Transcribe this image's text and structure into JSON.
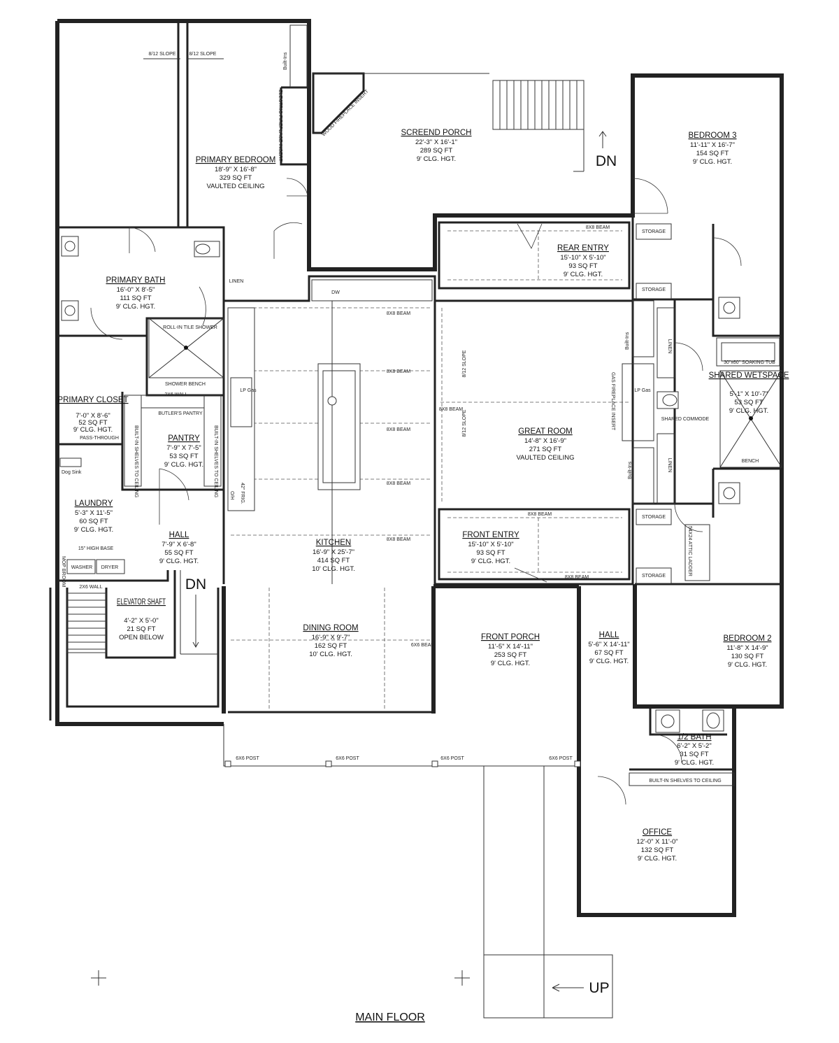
{
  "plan_title": "MAIN FLOOR",
  "rooms": [
    {
      "id": "primary_bedroom",
      "name": "PRIMARY BEDROOM",
      "dims": "18'-9\" X 16'-8\"",
      "area": "329 SQ FT",
      "ceiling": "VAULTED CEILING"
    },
    {
      "id": "screened_porch",
      "name": "SCREEND PORCH",
      "dims": "22'-3\" X 16'-1\"",
      "area": "289 SQ FT",
      "ceiling": "9' CLG. HGT."
    },
    {
      "id": "bedroom_3",
      "name": "BEDROOM 3",
      "dims": "11'-11\" X 16'-7\"",
      "area": "154 SQ FT",
      "ceiling": "9' CLG. HGT."
    },
    {
      "id": "rear_entry",
      "name": "REAR ENTRY",
      "dims": "15'-10\" X 5'-10\"",
      "area": "93 SQ FT",
      "ceiling": "9' CLG. HGT."
    },
    {
      "id": "primary_bath",
      "name": "PRIMARY BATH",
      "dims": "16'-0\" X 8'-5\"",
      "area": "111 SQ FT",
      "ceiling": "9' CLG. HGT."
    },
    {
      "id": "primary_closet",
      "name": "PRIMARY CLOSET",
      "dims": "7'-0\" X 8'-6\"",
      "area": "52 SQ FT",
      "ceiling": "9' CLG. HGT."
    },
    {
      "id": "pantry",
      "name": "PANTRY",
      "dims": "7'-9\" X 7'-5\"",
      "area": "53 SQ FT",
      "ceiling": "9' CLG. HGT."
    },
    {
      "id": "great_room",
      "name": "GREAT ROOM",
      "dims": "14'-8\" X 16'-9\"",
      "area": "271 SQ FT",
      "ceiling": "VAULTED CEILING"
    },
    {
      "id": "shared_wetspace",
      "name": "SHARED WETSPACE",
      "dims": "5'-1\" X 10'-7\"",
      "area": "53 SQ FT",
      "ceiling": "9' CLG. HGT."
    },
    {
      "id": "laundry",
      "name": "LAUNDRY",
      "dims": "5'-3\" X 11'-5\"",
      "area": "60 SQ FT",
      "ceiling": "9' CLG. HGT."
    },
    {
      "id": "hall_west",
      "name": "HALL",
      "dims": "7'-9\" X 6'-8\"",
      "area": "55 SQ FT",
      "ceiling": "9' CLG. HGT."
    },
    {
      "id": "kitchen",
      "name": "KITCHEN",
      "dims": "16'-9\" X 25'-7\"",
      "area": "414 SQ FT",
      "ceiling": "10' CLG. HGT."
    },
    {
      "id": "front_entry",
      "name": "FRONT ENTRY",
      "dims": "15'-10\" X 5'-10\"",
      "area": "93 SQ FT",
      "ceiling": "9' CLG. HGT."
    },
    {
      "id": "elevator_shaft",
      "name": "ELEVATOR SHAFT",
      "dims": "4'-2\" X 5'-0\"",
      "area": "21 SQ FT",
      "ceiling": "OPEN BELOW"
    },
    {
      "id": "dining_room",
      "name": "DINING ROOM",
      "dims": "16'-9\" X 9'-7\"",
      "area": "162 SQ FT",
      "ceiling": "10' CLG. HGT."
    },
    {
      "id": "front_porch",
      "name": "FRONT PORCH",
      "dims": "11'-5\" X 14'-11\"",
      "area": "253 SQ FT",
      "ceiling": "9' CLG. HGT."
    },
    {
      "id": "hall_east",
      "name": "HALL",
      "dims": "5'-6\" X 14'-11\"",
      "area": "67 SQ FT",
      "ceiling": "9' CLG. HGT."
    },
    {
      "id": "bedroom_2",
      "name": "BEDROOM 2",
      "dims": "11'-8\" X 14'-9\"",
      "area": "130 SQ FT",
      "ceiling": "9' CLG. HGT."
    },
    {
      "id": "half_bath",
      "name": "1/2 BATH",
      "dims": "6'-2\" X 5'-2\"",
      "area": "31 SQ FT",
      "ceiling": "9' CLG. HGT."
    },
    {
      "id": "office",
      "name": "OFFICE",
      "dims": "12'-0\" X 11'-0\"",
      "area": "132 SQ FT",
      "ceiling": "9' CLG. HGT."
    }
  ],
  "labels": {
    "slope_left": "8/12 SLOPE",
    "slope_right": "8/12 SLOPE",
    "built_ins": "Built-Ins",
    "electric_fireplace": "ELECTRIC FIREPLACE INSERT",
    "wood_fireplace": "WOOD FIREPLACE INSERT",
    "gas_fireplace": "GAS FIREPLACE INSERT",
    "linen": "LINEN",
    "storage": "STORAGE",
    "dw": "DW",
    "roll_in_shower": "ROLL-IN TILE SHOWER",
    "shower_bench": "SHOWER BENCH",
    "wall_2x6": "2X6 WALL",
    "butlers_pantry": "BUTLER'S PANTRY",
    "pass_through": "PASS-THROUGH",
    "built_in_shelves": "BUILT-IN SHELVES TO CEILING",
    "lp_gas": "LP Gas",
    "frig": "42\" FRIG.",
    "oh": "O/H",
    "dog_sink": "Dog Sink",
    "high_base": "15\" HIGH BASE",
    "washer": "WASHER",
    "dryer": "DRYER",
    "mop_broom": "MOP BROOM",
    "beam_8x8": "8X8 BEAM",
    "beam_6x6": "6X6 BEAM",
    "post_6x6": "6X6 POST",
    "soaking_tub": "30\"x60\" SOAKING TUB",
    "shared_commode": "SHARED COMMODE",
    "bench": "BENCH",
    "attic_ladder": "54X24 ATTIC LADDER",
    "dn": "DN",
    "up": "UP"
  },
  "colors": {
    "ink": "#222222",
    "paper": "#ffffff"
  }
}
